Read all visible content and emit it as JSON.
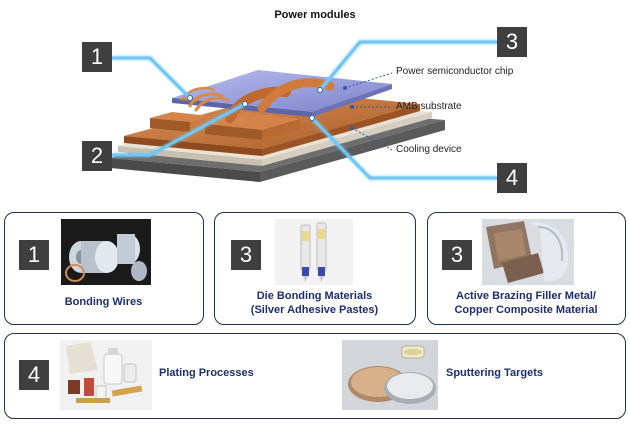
{
  "title": "Power modules",
  "callouts": {
    "chip": "Power semiconductor chip",
    "amb": "AMB substrate",
    "cooling": "Cooling device"
  },
  "diagram_markers": [
    "1",
    "2",
    "3",
    "4"
  ],
  "cards": [
    {
      "number": "1",
      "label_lines": [
        "Bonding Wires"
      ],
      "photo": "bonding-wire-spools-photo"
    },
    {
      "number": "3",
      "label_lines": [
        "Die Bonding Materials",
        "(Silver Adhesive Pastes)"
      ],
      "photo": "silver-paste-syringes-photo"
    },
    {
      "number": "3",
      "label_lines": [
        "Active Brazing Filler Metal/",
        "Copper Composite Material"
      ],
      "photo": "metal-foil-sheets-photo"
    }
  ],
  "bottom_card": {
    "number": "4",
    "items": [
      {
        "label": "Plating Processes",
        "photo": "plating-bottles-photo"
      },
      {
        "label": "Sputtering Targets",
        "photo": "sputtering-discs-photo"
      }
    ]
  },
  "colors": {
    "marker_box": "#3f3f3f",
    "card_border": "#1f2f4f",
    "label_text": "#1d2f6e",
    "glow_line": "#6fc6f5",
    "copper": "#c8783a",
    "chip": "#8e95d8"
  }
}
